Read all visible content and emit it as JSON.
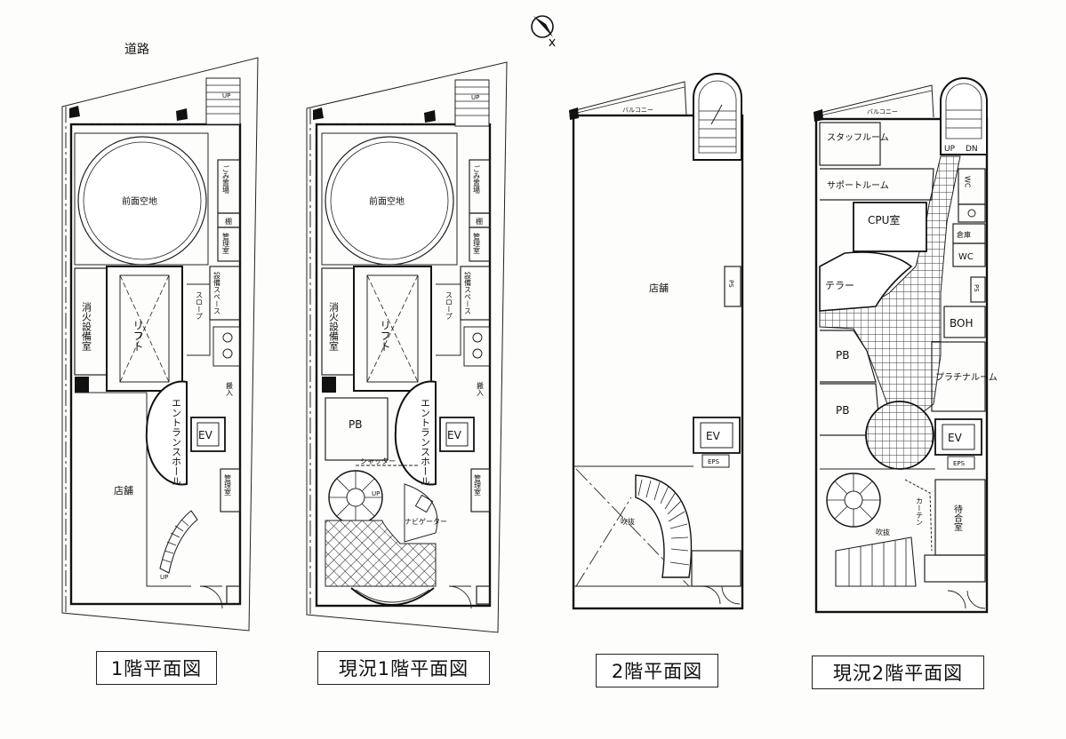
{
  "road_label": "道路",
  "captions": [
    "1階平面図",
    "現況1階平面図",
    "2階平面図",
    "現況2階平面図"
  ],
  "plan1": {
    "front_space": "前面空地",
    "trash": "ごみ置場",
    "storage": "棚",
    "management": "管理室",
    "equipment_space": "設備スペース",
    "slope": "スロープ",
    "fire_room": "消火設備室",
    "lift": "リフト",
    "loading": "搬入",
    "entrance_hall": "エントランスホール",
    "ev": "EV",
    "management2": "管理室",
    "shop": "店舗",
    "up": "UP",
    "up_top": "UP"
  },
  "plan2": {
    "front_space": "前面空地",
    "trash": "ごみ置場",
    "storage": "棚",
    "management": "管理室",
    "equipment_space": "設備スペース",
    "slope": "スロープ",
    "fire_room": "消火設備室",
    "lift": "リフト",
    "loading": "搬入",
    "pb": "PB",
    "entrance_hall": "エントランスホール",
    "ev": "EV",
    "shutter": "シャッター",
    "navigator": "ナビゲーター",
    "management2": "管理室",
    "up": "UP",
    "up_top": "UP"
  },
  "plan3": {
    "balcony": "バルコニー",
    "shop": "店舗",
    "ps": "PS",
    "ev": "EV",
    "eps": "EPS",
    "void": "吹抜"
  },
  "plan4": {
    "balcony": "バルコニー",
    "up": "UP",
    "dn": "DN",
    "staff_room": "スタッフルーム",
    "support_room": "サポートルーム",
    "cpu_room": "CPU室",
    "wc1": "WC",
    "wc2": "WC",
    "storage": "倉庫",
    "teller": "テラー",
    "ps": "PS",
    "boh": "BOH",
    "pb1": "PB",
    "pb2": "PB",
    "platinum_room": "プラチナルーム",
    "ev": "EV",
    "eps": "EPS",
    "curtain": "カーテン",
    "waiting": "待合室",
    "void": "吹抜"
  }
}
